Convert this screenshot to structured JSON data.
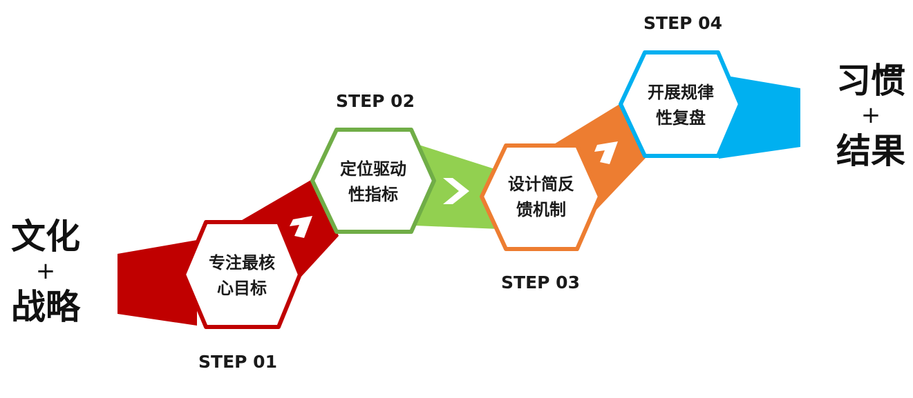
{
  "left_block": {
    "top": "文化",
    "plus": "+",
    "bottom": "战略"
  },
  "right_block": {
    "top": "习惯",
    "plus": "+",
    "bottom": "结果"
  },
  "steps": [
    {
      "label": "STEP 01",
      "line1": "专注最核",
      "line2": "心目标",
      "color": "#c00000"
    },
    {
      "label": "STEP 02",
      "line1": "定位驱动",
      "line2": "性指标",
      "color": "#92d050"
    },
    {
      "label": "STEP 03",
      "line1": "设计简反",
      "line2": "馈机制",
      "color": "#ed7d31"
    },
    {
      "label": "STEP 04",
      "line1": "开展规律",
      "line2": "性复盘",
      "color": "#00b0f0"
    }
  ],
  "connector_colors": {
    "step2_border": "#70ad47",
    "arrow": "#ffffff"
  }
}
